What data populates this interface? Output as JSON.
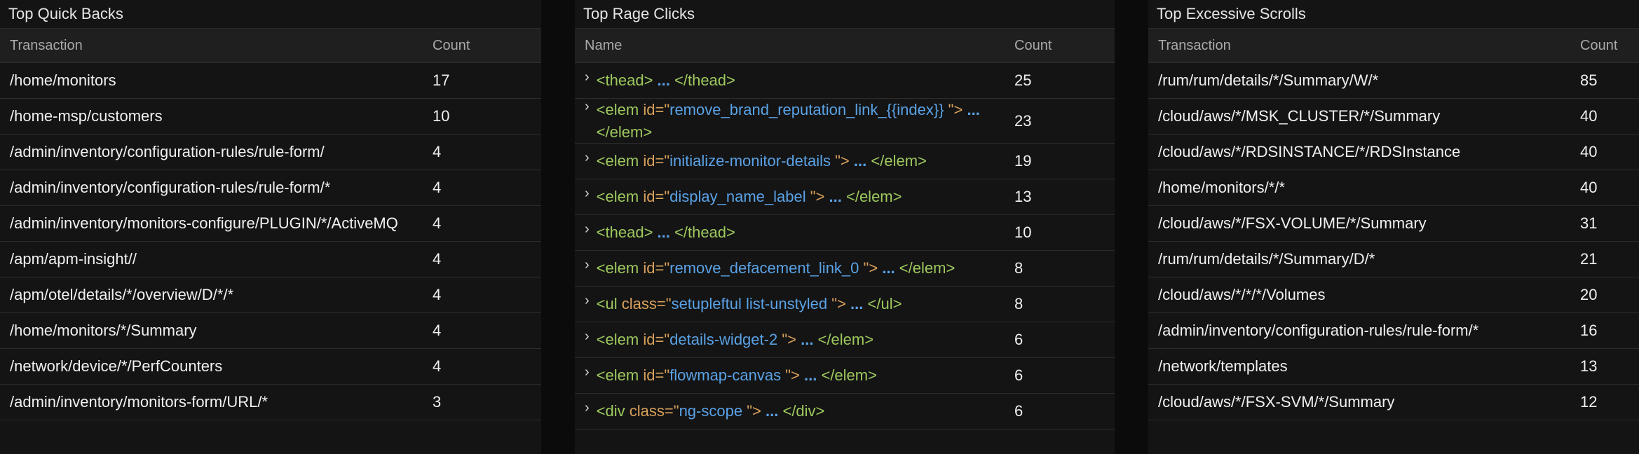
{
  "colors": {
    "tag": "#9ec95e",
    "attr": "#d9a15a",
    "value": "#5aa2e6"
  },
  "quick_backs": {
    "title": "Top Quick Backs",
    "headers": {
      "a": "Transaction",
      "b": "Count"
    },
    "rows": [
      {
        "name": "/home/monitors",
        "count": "17"
      },
      {
        "name": "/home-msp/customers",
        "count": "10"
      },
      {
        "name": "/admin/inventory/configuration-rules/rule-form/",
        "count": "4"
      },
      {
        "name": "/admin/inventory/configuration-rules/rule-form/*",
        "count": "4"
      },
      {
        "name": "/admin/inventory/monitors-configure/PLUGIN/*/ActiveMQ",
        "count": "4"
      },
      {
        "name": "/apm/apm-insight//",
        "count": "4"
      },
      {
        "name": "/apm/otel/details/*/overview/D/*/*",
        "count": "4"
      },
      {
        "name": "/home/monitors/*/Summary",
        "count": "4"
      },
      {
        "name": "/network/device/*/PerfCounters",
        "count": "4"
      },
      {
        "name": "/admin/inventory/monitors-form/URL/*",
        "count": "3"
      }
    ]
  },
  "rage_clicks": {
    "title": "Top Rage Clicks",
    "headers": {
      "a": "Name",
      "b": "Count"
    },
    "ellipsis": "...",
    "chevron": "›",
    "rows": [
      {
        "open": "<thead>",
        "attr": "",
        "value": "",
        "close": "</thead>",
        "count": "25"
      },
      {
        "open": "<elem",
        "attr": "id=\"",
        "value": "remove_brand_reputation_link_{{index}}",
        "close": "</elem>",
        "count": "23"
      },
      {
        "open": "<elem",
        "attr": "id=\"",
        "value": "initialize-monitor-details",
        "close": "</elem>",
        "count": "19"
      },
      {
        "open": "<elem",
        "attr": "id=\"",
        "value": "display_name_label",
        "close": "</elem>",
        "count": "13"
      },
      {
        "open": "<thead>",
        "attr": "",
        "value": "",
        "close": "</thead>",
        "count": "10"
      },
      {
        "open": "<elem",
        "attr": "id=\"",
        "value": "remove_defacement_link_0",
        "close": "</elem>",
        "count": "8"
      },
      {
        "open": "<ul",
        "attr": "class=\"",
        "value": "setupleftul list-unstyled",
        "close": "</ul>",
        "count": "8"
      },
      {
        "open": "<elem",
        "attr": "id=\"",
        "value": "details-widget-2",
        "close": "</elem>",
        "count": "6"
      },
      {
        "open": "<elem",
        "attr": "id=\"",
        "value": "flowmap-canvas",
        "close": "</elem>",
        "count": "6"
      },
      {
        "open": "<div",
        "attr": "class=\"",
        "value": "ng-scope",
        "close": "</div>",
        "count": "6"
      }
    ]
  },
  "excessive_scrolls": {
    "title": "Top Excessive Scrolls",
    "headers": {
      "a": "Transaction",
      "b": "Count"
    },
    "rows": [
      {
        "name": "/rum/rum/details/*/Summary/W/*",
        "count": "85"
      },
      {
        "name": "/cloud/aws/*/MSK_CLUSTER/*/Summary",
        "count": "40"
      },
      {
        "name": "/cloud/aws/*/RDSINSTANCE/*/RDSInstance",
        "count": "40"
      },
      {
        "name": "/home/monitors/*/*",
        "count": "40"
      },
      {
        "name": "/cloud/aws/*/FSX-VOLUME/*/Summary",
        "count": "31"
      },
      {
        "name": "/rum/rum/details/*/Summary/D/*",
        "count": "21"
      },
      {
        "name": "/cloud/aws/*/*/*/Volumes",
        "count": "20"
      },
      {
        "name": "/admin/inventory/configuration-rules/rule-form/*",
        "count": "16"
      },
      {
        "name": "/network/templates",
        "count": "13"
      },
      {
        "name": "/cloud/aws/*/FSX-SVM/*/Summary",
        "count": "12"
      }
    ]
  }
}
